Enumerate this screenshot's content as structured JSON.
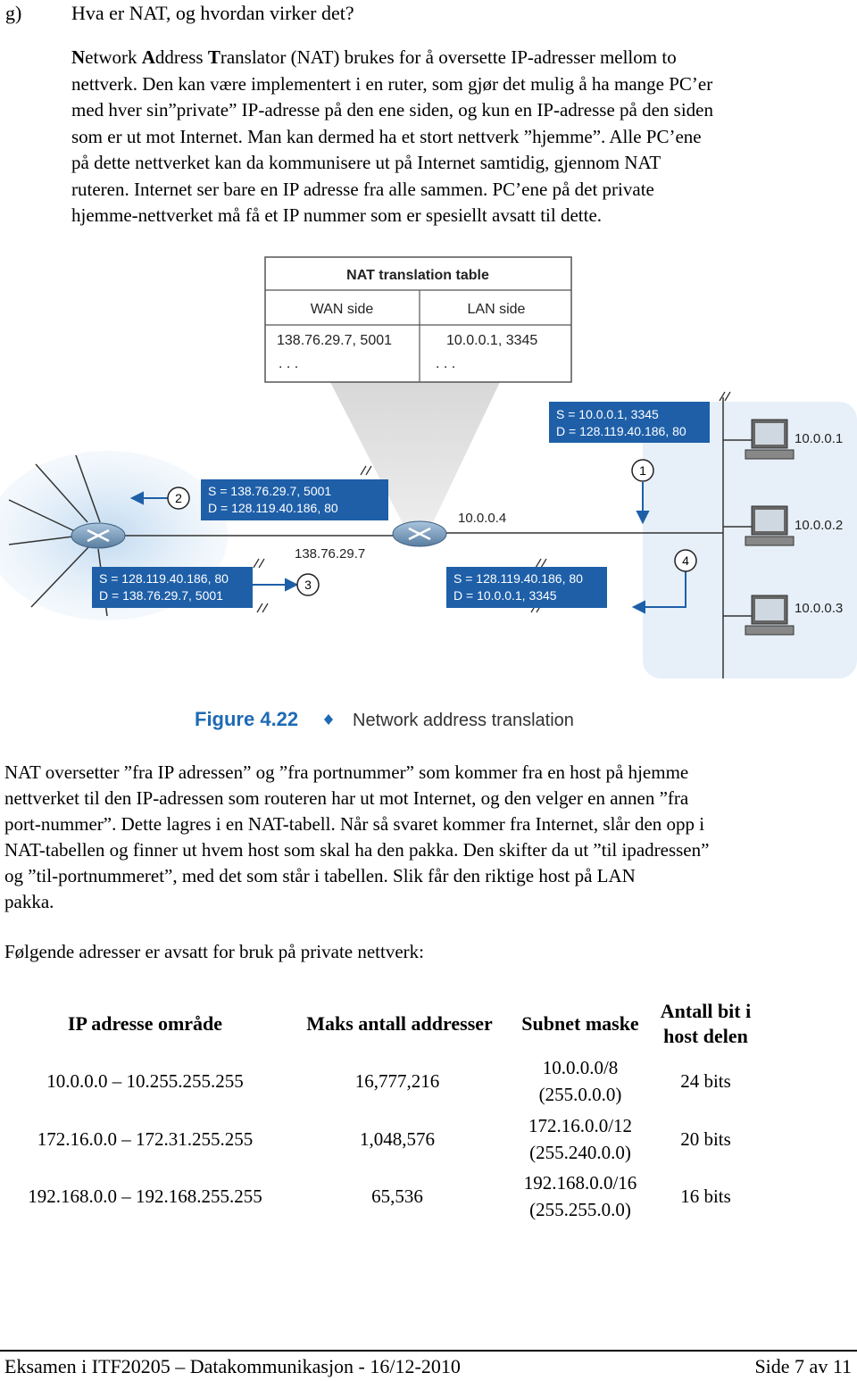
{
  "question": {
    "label": "g)",
    "text": "Hva er NAT, og hvordan virker det?"
  },
  "intro": {
    "n1": "N",
    "n1r": "etwork ",
    "a1": "A",
    "a1r": "ddress ",
    "t1": "T",
    "t1r": "ranslator (NAT) brukes for å oversette IP-adresser mellom to",
    "lines": [
      "nettverk. Den kan være implementert i en ruter, som gjør det mulig å ha mange PC’er",
      "med hver sin”private” IP-adresse på den ene siden, og kun en IP-adresse på den siden",
      "som er ut mot Internet. Man kan dermed ha et stort nettverk ”hjemme”. Alle PC’ene",
      "på dette nettverket kan da kommunisere ut på Internet samtidig, gjennom NAT",
      "ruteren. Internet ser bare en IP adresse fra alle sammen. PC’ene på det private",
      "hjemme-nettverket må få et IP nummer som er spesiellt avsatt til dette."
    ]
  },
  "figure": {
    "table_title": "NAT translation table",
    "wan_header": "WAN side",
    "lan_header": "LAN side",
    "wan_entry": "138.76.29.7, 5001",
    "lan_entry": "10.0.0.1, 3345",
    "ellipsis": ". . .",
    "box1_s": "S = 10.0.0.1, 3345",
    "box1_d": "D = 128.119.40.186, 80",
    "box2_s": "S = 138.76.29.7, 5001",
    "box2_d": "D = 128.119.40.186, 80",
    "box3_s": "S = 128.119.40.186, 80",
    "box3_d": "D = 138.76.29.7, 5001",
    "box4_s": "S = 128.119.40.186, 80",
    "box4_d": "D = 10.0.0.1, 3345",
    "step1": "1",
    "step2": "2",
    "step3": "3",
    "step4": "4",
    "router_lan_ip": "10.0.0.4",
    "router_wan_ip": "138.76.29.7",
    "host1_ip": "10.0.0.1",
    "host2_ip": "10.0.0.2",
    "host3_ip": "10.0.0.3",
    "caption_num": "Figure 4.22",
    "caption_text": "Network address translation",
    "colors": {
      "box": "#1e5fa8",
      "wash": "#cfe2f3",
      "caption": "#1e6ab4"
    }
  },
  "explanation": [
    "NAT oversetter ”fra IP adressen” og ”fra portnummer” som kommer fra en host på hjemme",
    "nettverket til den IP-adressen som routeren har ut mot Internet, og den velger en annen ”fra",
    "port-nummer”. Dette lagres i en NAT-tabell. Når så svaret kommer fra Internet, slår den opp i",
    "NAT-tabellen og finner ut hvem host som skal ha den pakka. Den skifter da ut ”til ipadressen”",
    "og ”til-portnummeret”, med det som står i tabellen. Slik får den riktige host på LAN",
    "pakka."
  ],
  "reserved_intro": "Følgende adresser er avsatt for bruk på private nettverk:",
  "table": {
    "headers": [
      "IP adresse område",
      "Maks antall addresser",
      "Subnet maske",
      "Antall bit i",
      "host delen"
    ],
    "rows": [
      {
        "range": "10.0.0.0 – 10.255.255.255",
        "max": "16,777,216",
        "mask1": "10.0.0.0/8",
        "mask2": "(255.0.0.0)",
        "bits": "24 bits"
      },
      {
        "range": "172.16.0.0 – 172.31.255.255",
        "max": "1,048,576",
        "mask1": "172.16.0.0/12",
        "mask2": "(255.240.0.0)",
        "bits": "20 bits"
      },
      {
        "range": "192.168.0.0 – 192.168.255.255",
        "max": "65,536",
        "mask1": "192.168.0.0/16",
        "mask2": "(255.255.0.0)",
        "bits": "16 bits"
      }
    ]
  },
  "footer": {
    "left": "Eksamen i ITF20205 – Datakommunikasjon - 16/12-2010",
    "right": "Side 7 av 11"
  }
}
